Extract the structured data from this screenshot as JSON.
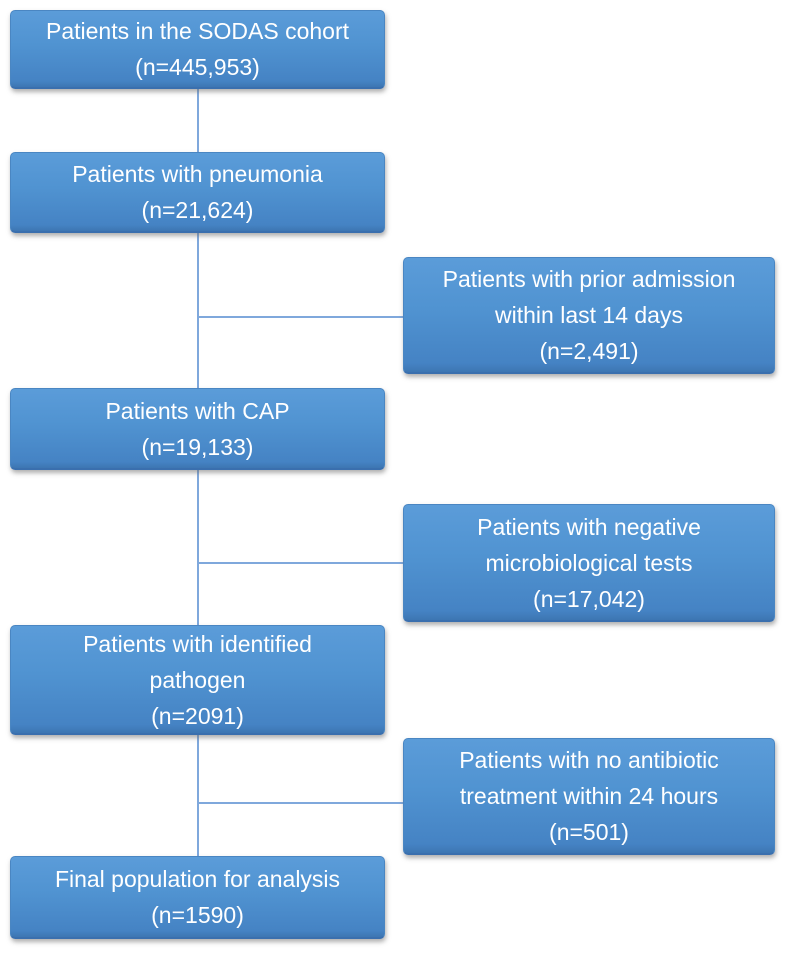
{
  "figure": {
    "type": "flowchart",
    "direction": "top-to-bottom",
    "description": "Patient selection flow diagram with exclusion boxes"
  },
  "colors": {
    "box_fill_top": "#5b9cd9",
    "box_fill_bottom": "#4583c4",
    "box_edge_dark": "#3a6fae",
    "connector": "#7fa8dc",
    "text": "#ffffff",
    "background": "#ffffff"
  },
  "nodes": {
    "main": [
      {
        "lines": [
          "Patients in the SODAS cohort",
          "(n=445,953)"
        ]
      },
      {
        "lines": [
          "Patients with pneumonia",
          "(n=21,624)"
        ]
      },
      {
        "lines": [
          "Patients with CAP",
          "(n=19,133)"
        ]
      },
      {
        "lines": [
          "Patients with identified",
          "pathogen",
          "(n=2091)"
        ]
      },
      {
        "lines": [
          "Final population for analysis",
          "(n=1590)"
        ]
      }
    ],
    "excluded": [
      {
        "lines": [
          "Patients with prior admission",
          "within last 14 days",
          "(n=2,491)"
        ]
      },
      {
        "lines": [
          "Patients with negative",
          "microbiological tests",
          "(n=17,042)"
        ]
      },
      {
        "lines": [
          "Patients with no antibiotic",
          "treatment within 24 hours",
          "(n=501)"
        ]
      }
    ]
  }
}
